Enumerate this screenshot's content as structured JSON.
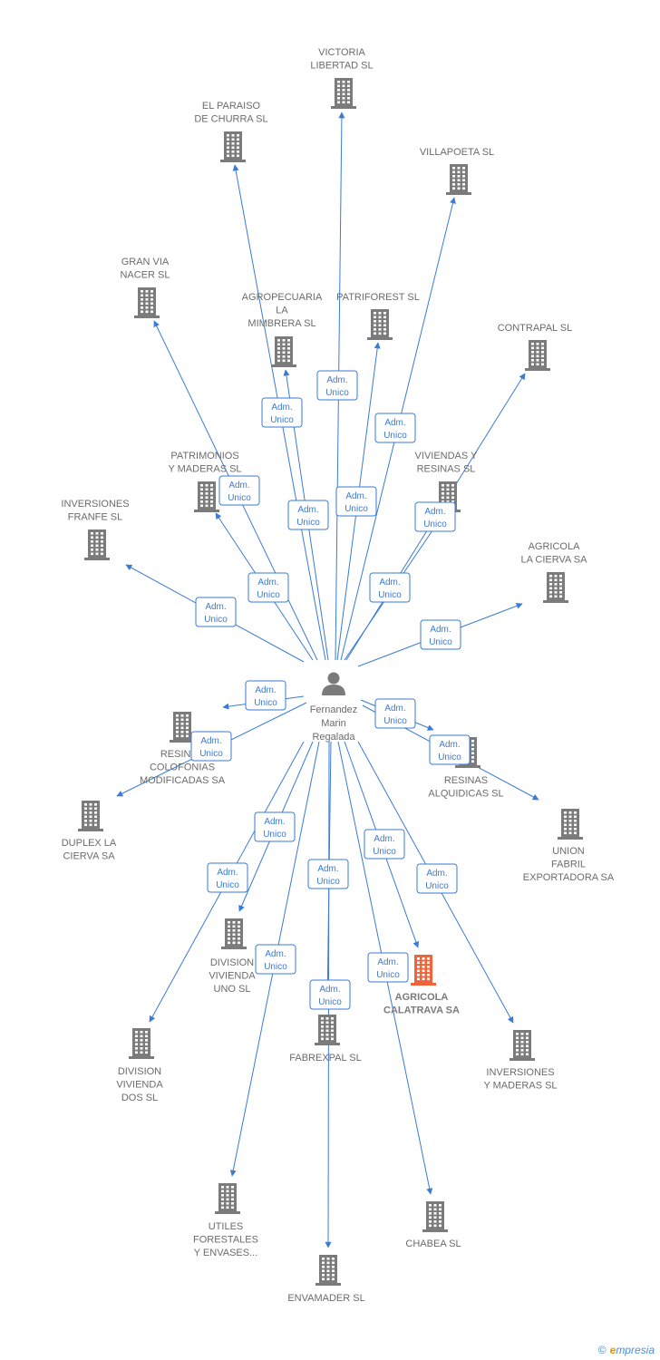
{
  "center": {
    "id": "person",
    "lines": [
      "Fernandez",
      "Marin",
      "Regalada"
    ],
    "icon": "person-icon"
  },
  "edge_label_lines": [
    "Adm.",
    "Unico"
  ],
  "colors": {
    "edge": "#3a7bd5",
    "building": "#7b7b7b",
    "highlight_building": "#f0643c",
    "label": "#6b6b6b"
  },
  "nodes": [
    {
      "id": "victoria-libertad-sl",
      "lines": [
        "VICTORIA",
        "LIBERTAD SL"
      ]
    },
    {
      "id": "el-paraiso-de-churra-sl",
      "lines": [
        "EL PARAISO",
        "DE CHURRA SL"
      ]
    },
    {
      "id": "villapoeta-sl",
      "lines": [
        "VILLAPOETA SL"
      ]
    },
    {
      "id": "gran-via-nacer-sl",
      "lines": [
        "GRAN VIA",
        "NACER SL"
      ]
    },
    {
      "id": "agropecuaria-la-mimbrera-sl",
      "lines": [
        "AGROPECUARIA",
        "LA",
        "MIMBRERA SL"
      ]
    },
    {
      "id": "patriforest-sl",
      "lines": [
        "PATRIFOREST SL"
      ]
    },
    {
      "id": "contrapal-sl",
      "lines": [
        "CONTRAPAL SL"
      ]
    },
    {
      "id": "patrimonios-y-maderas-sl",
      "lines": [
        "PATRIMONIOS",
        "Y MADERAS SL"
      ]
    },
    {
      "id": "viviendas-y-resinas-sl",
      "lines": [
        "VIVIENDAS Y",
        "RESINAS SL"
      ]
    },
    {
      "id": "inversiones-franfe-sl",
      "lines": [
        "INVERSIONES",
        "FRANFE SL"
      ]
    },
    {
      "id": "agricola-la-cierva-sa",
      "lines": [
        "AGRICOLA",
        "LA CIERVA SA"
      ]
    },
    {
      "id": "resinas-colofonias-modificadas-sa",
      "lines": [
        "RESINAS",
        "COLOFONIAS",
        "MODIFICADAS SA"
      ]
    },
    {
      "id": "resinas-alquidicas-sl",
      "lines": [
        "RESINAS",
        "ALQUIDICAS SL"
      ]
    },
    {
      "id": "duplex-la-cierva-sa",
      "lines": [
        "DUPLEX LA",
        "CIERVA SA"
      ]
    },
    {
      "id": "union-fabril-exportadora-sa",
      "lines": [
        "UNION",
        "FABRIL",
        "EXPORTADORA SA"
      ]
    },
    {
      "id": "division-vivienda-uno-sl",
      "lines": [
        "DIVISION",
        "VIVIENDA",
        "UNO SL"
      ]
    },
    {
      "id": "agricola-calatrava-sa",
      "lines": [
        "AGRICOLA",
        "CALATRAVA SA"
      ],
      "highlight": true
    },
    {
      "id": "fabrexpal-sl",
      "lines": [
        "FABREXPAL SL"
      ]
    },
    {
      "id": "division-vivienda-dos-sl",
      "lines": [
        "DIVISION",
        "VIVIENDA",
        "DOS SL"
      ]
    },
    {
      "id": "inversiones-y-maderas-sl",
      "lines": [
        "INVERSIONES",
        "Y MADERAS SL"
      ]
    },
    {
      "id": "utiles-forestales-y-envases",
      "lines": [
        "UTILES",
        "FORESTALES",
        "Y ENVASES..."
      ]
    },
    {
      "id": "chabea-sl",
      "lines": [
        "CHABEA SL"
      ]
    },
    {
      "id": "envamader-sl",
      "lines": [
        "ENVAMADER SL"
      ]
    }
  ],
  "edges": [
    {
      "to": "victoria-libertad-sl"
    },
    {
      "to": "el-paraiso-de-churra-sl"
    },
    {
      "to": "villapoeta-sl"
    },
    {
      "to": "gran-via-nacer-sl"
    },
    {
      "to": "agropecuaria-la-mimbrera-sl"
    },
    {
      "to": "patriforest-sl"
    },
    {
      "to": "contrapal-sl"
    },
    {
      "to": "patrimonios-y-maderas-sl"
    },
    {
      "to": "viviendas-y-resinas-sl"
    },
    {
      "to": "inversiones-franfe-sl"
    },
    {
      "to": "agricola-la-cierva-sa"
    },
    {
      "to": "resinas-colofonias-modificadas-sa"
    },
    {
      "to": "resinas-alquidicas-sl"
    },
    {
      "to": "duplex-la-cierva-sa"
    },
    {
      "to": "union-fabril-exportadora-sa"
    },
    {
      "to": "division-vivienda-uno-sl"
    },
    {
      "to": "agricola-calatrava-sa"
    },
    {
      "to": "fabrexpal-sl"
    },
    {
      "to": "division-vivienda-dos-sl"
    },
    {
      "to": "inversiones-y-maderas-sl"
    },
    {
      "to": "utiles-forestales-y-envases"
    },
    {
      "to": "chabea-sl"
    },
    {
      "to": "envamader-sl"
    }
  ],
  "footer": {
    "copyright": "©",
    "brand_initial": "e",
    "brand_rest": "mpresia"
  }
}
